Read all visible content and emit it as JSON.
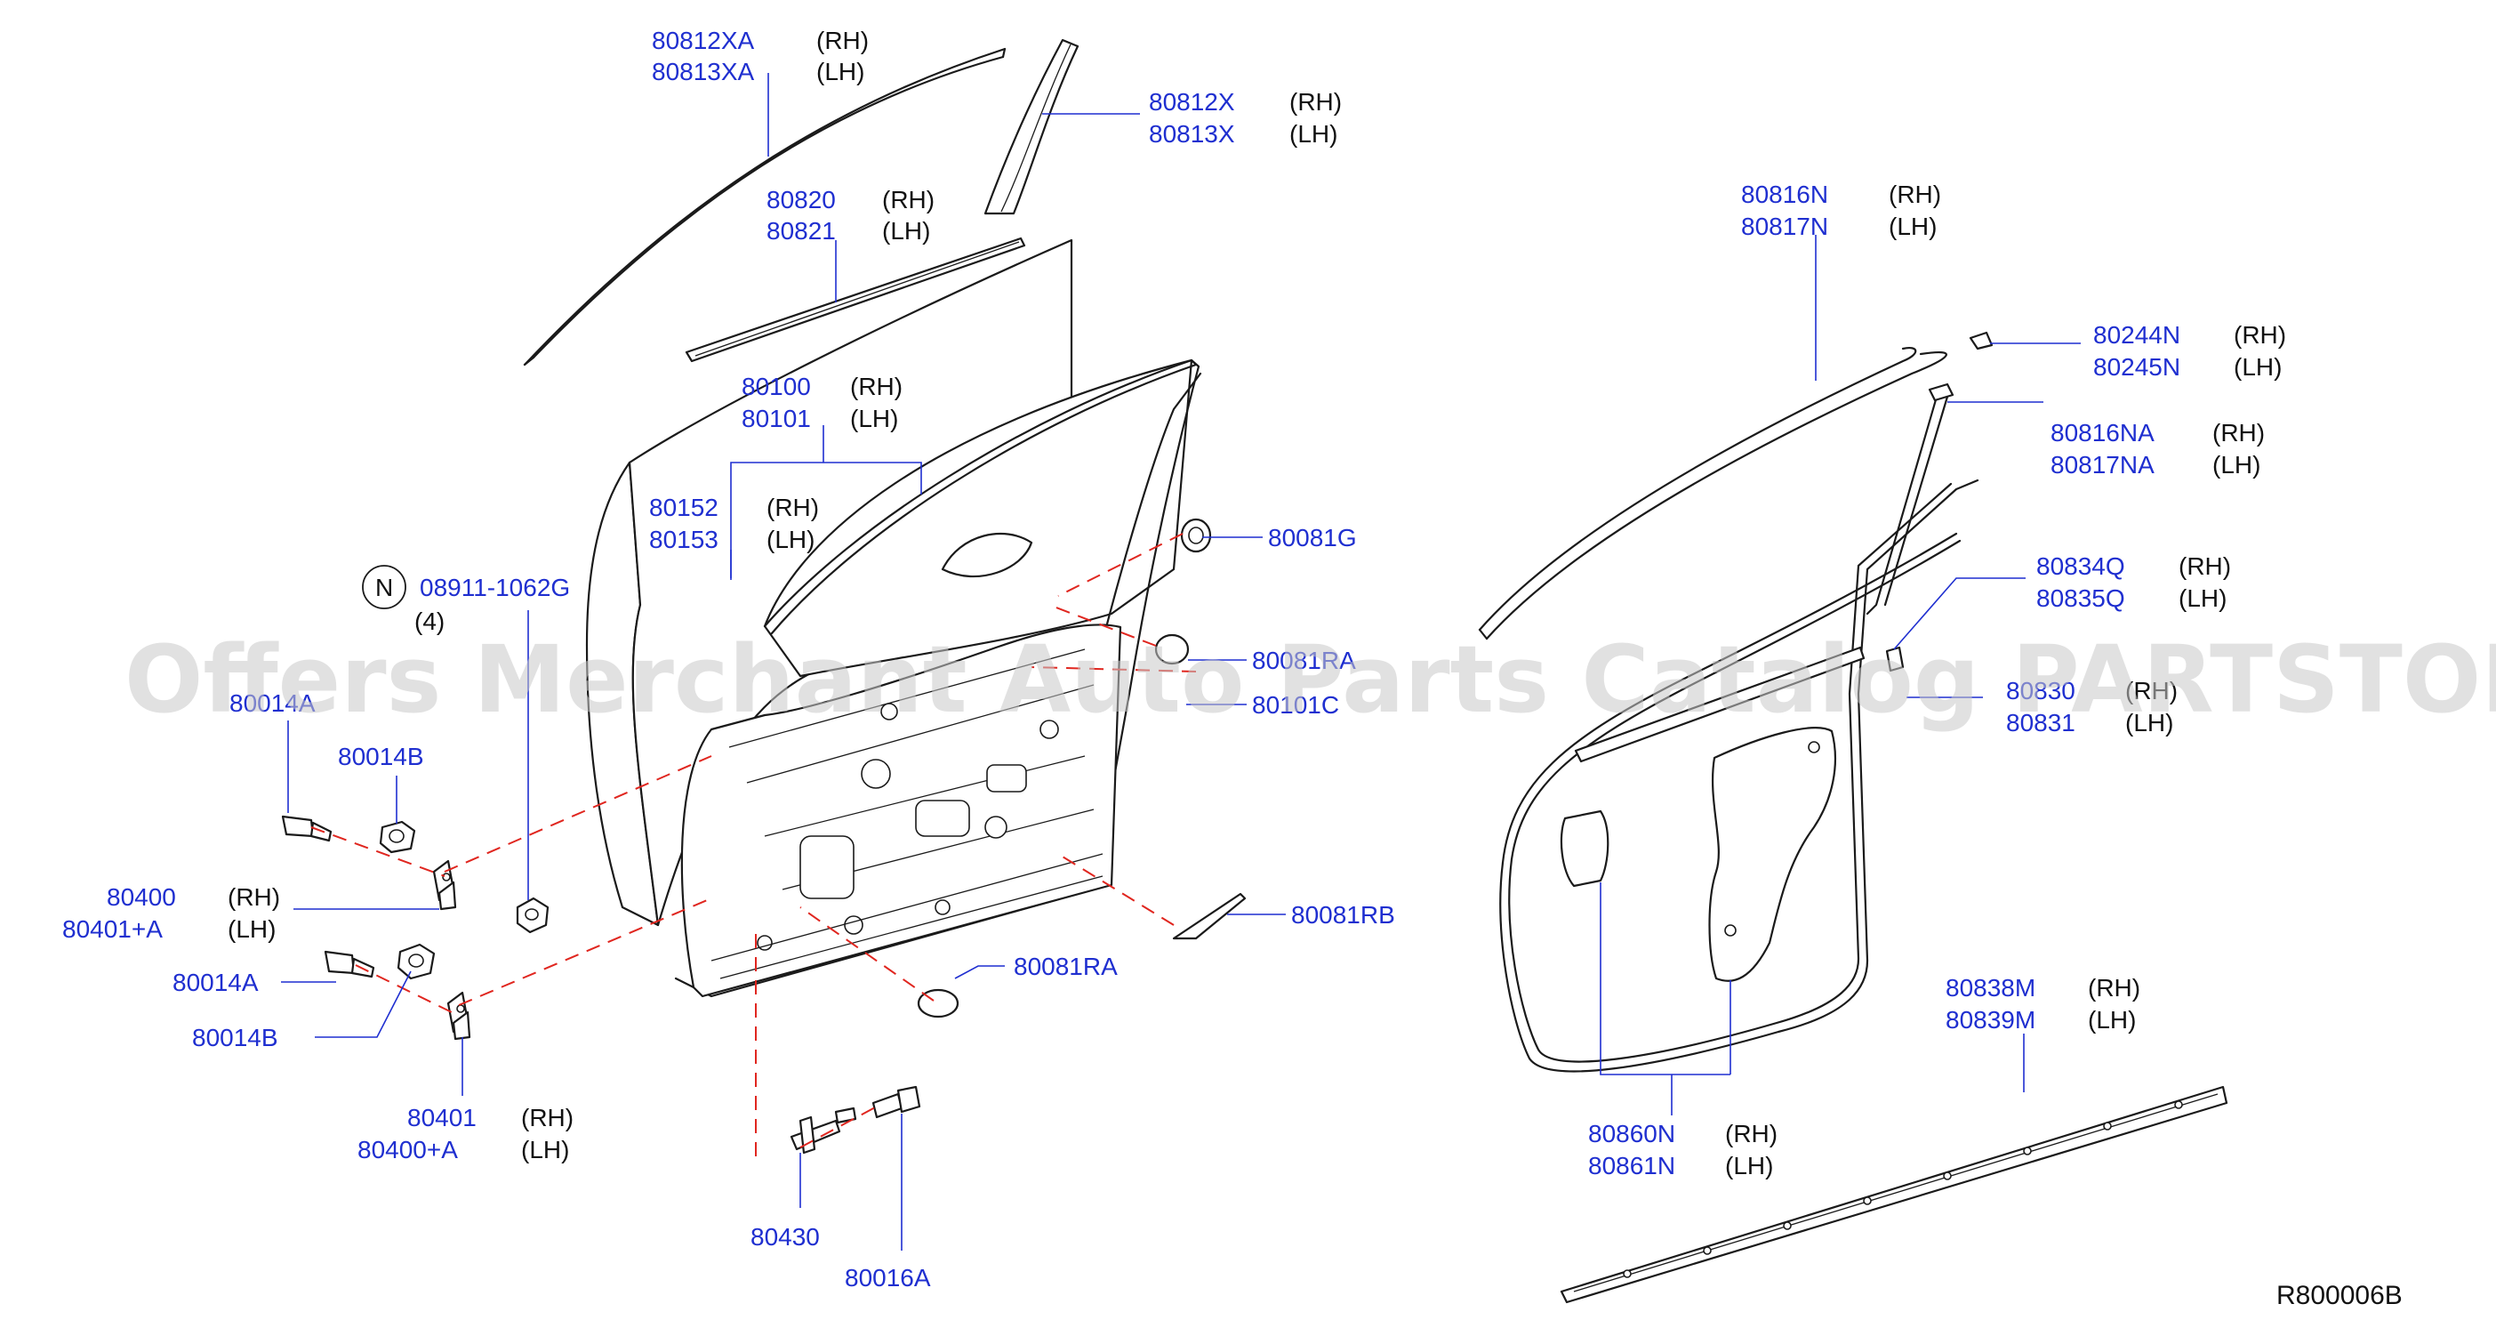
{
  "watermark": "Offers Merchant Auto Parts Catalog PARTSTORE.SA",
  "diagram_code": "R800006B",
  "callouts": {
    "c80812XA": {
      "pn": [
        "80812XA",
        "80813XA"
      ],
      "side": [
        "(RH)",
        "(LH)"
      ]
    },
    "c80812X": {
      "pn": [
        "80812X",
        "80813X"
      ],
      "side": [
        "(RH)",
        "(LH)"
      ]
    },
    "c80820": {
      "pn": [
        "80820",
        "80821"
      ],
      "side": [
        "(RH)",
        "(LH)"
      ]
    },
    "c80100": {
      "pn": [
        "80100",
        "80101"
      ],
      "side": [
        "(RH)",
        "(LH)"
      ]
    },
    "c80152": {
      "pn": [
        "80152",
        "80153"
      ],
      "side": [
        "(RH)",
        "(LH)"
      ]
    },
    "c08911": {
      "pn": [
        "08911-1062G"
      ],
      "side": [
        "(4)"
      ],
      "badge": "N"
    },
    "c80081G": {
      "pn": [
        "80081G"
      ]
    },
    "c80081RA_top": {
      "pn": [
        "80081RA"
      ]
    },
    "c80101C": {
      "pn": [
        "80101C"
      ]
    },
    "c80014A_top": {
      "pn": [
        "80014A"
      ]
    },
    "c80014B_top": {
      "pn": [
        "80014B"
      ]
    },
    "c80400": {
      "pn": [
        "80400",
        "80401+A"
      ],
      "side": [
        "(RH)",
        "(LH)"
      ]
    },
    "c80014A_bot": {
      "pn": [
        "80014A"
      ]
    },
    "c80014B_bot": {
      "pn": [
        "80014B"
      ]
    },
    "c80401": {
      "pn": [
        "80401",
        "80400+A"
      ],
      "side": [
        "(RH)",
        "(LH)"
      ]
    },
    "c80081RB": {
      "pn": [
        "80081RB"
      ]
    },
    "c80081RA_bot": {
      "pn": [
        "80081RA"
      ]
    },
    "c80430": {
      "pn": [
        "80430"
      ]
    },
    "c80016A": {
      "pn": [
        "80016A"
      ]
    },
    "c80816N": {
      "pn": [
        "80816N",
        "80817N"
      ],
      "side": [
        "(RH)",
        "(LH)"
      ]
    },
    "c80244N": {
      "pn": [
        "80244N",
        "80245N"
      ],
      "side": [
        "(RH)",
        "(LH)"
      ]
    },
    "c80816NA": {
      "pn": [
        "80816NA",
        "80817NA"
      ],
      "side": [
        "(RH)",
        "(LH)"
      ]
    },
    "c80834Q": {
      "pn": [
        "80834Q",
        "80835Q"
      ],
      "side": [
        "(RH)",
        "(LH)"
      ]
    },
    "c80830": {
      "pn": [
        "80830",
        "80831"
      ],
      "side": [
        "(RH)",
        "(LH)"
      ]
    },
    "c80838M": {
      "pn": [
        "80838M",
        "80839M"
      ],
      "side": [
        "(RH)",
        "(LH)"
      ]
    },
    "c80860N": {
      "pn": [
        "80860N",
        "80861N"
      ],
      "side": [
        "(RH)",
        "(LH)"
      ]
    }
  },
  "colors": {
    "part_number": "#1f2fd0",
    "leader_line": "#1f2fd0",
    "dashed_guide": "#e0261f",
    "drawing": "#1a1a1a",
    "watermark": "#c9c9c9"
  }
}
